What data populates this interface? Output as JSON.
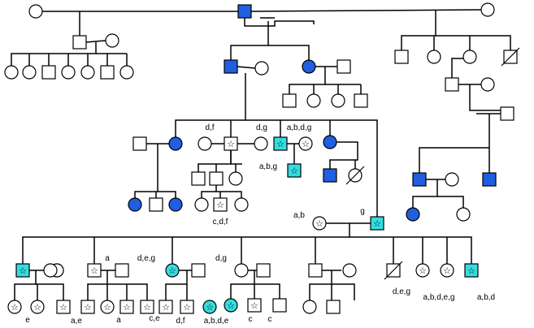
{
  "colors": {
    "affected": "#1f5fe0",
    "carrier": "#33dde0",
    "unaffected": "#ffffff",
    "line": "#000000"
  },
  "legend_note": "",
  "individuals": [
    {
      "id": "I1",
      "sex": "F",
      "status": "unaffected"
    },
    {
      "id": "I2",
      "sex": "M",
      "status": "affected"
    },
    {
      "id": "I3",
      "sex": "F",
      "status": "unaffected"
    },
    {
      "id": "II1",
      "sex": "M",
      "status": "unaffected"
    },
    {
      "id": "II2",
      "sex": "F",
      "status": "unaffected"
    },
    {
      "id": "II3",
      "sex": "M",
      "status": "affected"
    },
    {
      "id": "II4",
      "sex": "F",
      "status": "unaffected"
    },
    {
      "id": "II5",
      "sex": "F",
      "status": "affected"
    },
    {
      "id": "II6",
      "sex": "M",
      "status": "unaffected"
    },
    {
      "id": "II7",
      "sex": "F",
      "status": "unaffected"
    },
    {
      "id": "II8",
      "sex": "M",
      "status": "unaffected"
    },
    {
      "id": "II9",
      "sex": "F",
      "status": "unaffected"
    },
    {
      "id": "II10",
      "sex": "M",
      "status": "deceased"
    },
    {
      "id": "III_d1",
      "sex": "M",
      "status": "affected"
    },
    {
      "id": "III_d2",
      "sex": "F",
      "status": "unaffected"
    },
    {
      "id": "III_d3",
      "sex": "F",
      "status": "affected"
    },
    {
      "id": "III_d4",
      "sex": "M",
      "status": "unaffected"
    },
    {
      "id": "III1",
      "sex": "M",
      "status": "unaffected"
    },
    {
      "id": "III2",
      "sex": "F",
      "status": "affected"
    },
    {
      "id": "III3",
      "sex": "F",
      "status": "unaffected"
    },
    {
      "id": "III4",
      "sex": "M",
      "status": "carrier-star",
      "label": "d,f"
    },
    {
      "id": "III5",
      "sex": "F",
      "status": "unaffected"
    },
    {
      "id": "III6",
      "sex": "M",
      "status": "carrier",
      "label": "d,g"
    },
    {
      "id": "III7",
      "sex": "F",
      "status": "star",
      "label": "a,b,d,g"
    },
    {
      "id": "III8",
      "sex": "F",
      "status": "affected"
    },
    {
      "id": "IV_a1",
      "sex": "M",
      "status": "carrier",
      "label": "a,b,g"
    },
    {
      "id": "IV_a2",
      "sex": "M",
      "status": "affected"
    },
    {
      "id": "IV_a3",
      "sex": "F",
      "status": "deceased"
    },
    {
      "id": "IV1",
      "sex": "F",
      "status": "affected"
    },
    {
      "id": "IV2",
      "sex": "M",
      "status": "unaffected"
    },
    {
      "id": "IV3",
      "sex": "F",
      "status": "affected"
    },
    {
      "id": "IV4",
      "sex": "F",
      "status": "unaffected"
    },
    {
      "id": "IV5",
      "sex": "M",
      "status": "star",
      "label": "c,d,f"
    },
    {
      "id": "IV6",
      "sex": "F",
      "status": "unaffected"
    },
    {
      "id": "IV7",
      "sex": "F",
      "status": "star",
      "label": "a,b"
    },
    {
      "id": "IV8",
      "sex": "M",
      "status": "carrier",
      "label": "g"
    },
    {
      "id": "IV_e1",
      "sex": "M",
      "status": "affected"
    },
    {
      "id": "IV_e2",
      "sex": "F",
      "status": "unaffected"
    },
    {
      "id": "IV_e3",
      "sex": "M",
      "status": "affected"
    },
    {
      "id": "IV_e4",
      "sex": "F",
      "status": "affected"
    },
    {
      "id": "IV_e5",
      "sex": "F",
      "status": "unaffected"
    },
    {
      "id": "V1",
      "sex": "M",
      "status": "carrier"
    },
    {
      "id": "V2",
      "sex": "F",
      "status": "star"
    },
    {
      "id": "V3",
      "sex": "M",
      "status": "star",
      "label": "a"
    },
    {
      "id": "V4",
      "sex": "F",
      "status": "carrier",
      "label": "d,e,g"
    },
    {
      "id": "V5",
      "sex": "F",
      "status": "carrier",
      "label": "d,g"
    },
    {
      "id": "V6",
      "sex": "M",
      "status": "unaffected"
    },
    {
      "id": "V7",
      "sex": "M",
      "status": "deceased"
    },
    {
      "id": "V8",
      "sex": "F",
      "status": "star",
      "label": "d,e,g"
    },
    {
      "id": "V9",
      "sex": "F",
      "status": "star",
      "label": "a,b,d,e,g"
    },
    {
      "id": "V10",
      "sex": "M",
      "status": "carrier",
      "label": "a,b,d"
    },
    {
      "id": "VI1",
      "sex": "F",
      "status": "star"
    },
    {
      "id": "VI2",
      "sex": "F",
      "status": "star",
      "label": "e"
    },
    {
      "id": "VI3",
      "sex": "M",
      "status": "star"
    },
    {
      "id": "VI4",
      "sex": "M",
      "status": "star",
      "label": "a,e"
    },
    {
      "id": "VI5",
      "sex": "F",
      "status": "star"
    },
    {
      "id": "VI6",
      "sex": "M",
      "status": "star",
      "label": "a"
    },
    {
      "id": "VI7",
      "sex": "M",
      "status": "star",
      "label": "c,e"
    },
    {
      "id": "VI8",
      "sex": "M",
      "status": "star"
    },
    {
      "id": "VI9",
      "sex": "M",
      "status": "star",
      "label": "d,f"
    },
    {
      "id": "VI10",
      "sex": "F",
      "status": "carrier",
      "label": "a,b,d,e"
    },
    {
      "id": "VI11",
      "sex": "F",
      "status": "carrier",
      "label": "c"
    },
    {
      "id": "VI12",
      "sex": "M",
      "status": "star",
      "label": "c"
    },
    {
      "id": "VI13",
      "sex": "M",
      "status": "unaffected"
    },
    {
      "id": "VI14",
      "sex": "F",
      "status": "unaffected"
    },
    {
      "id": "VI15",
      "sex": "M",
      "status": "unaffected"
    }
  ]
}
